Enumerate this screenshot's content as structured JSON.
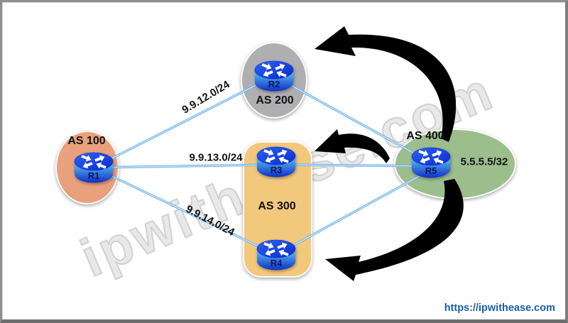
{
  "watermark": "ipwithease.com",
  "footer": {
    "link_text": "https://ipwithease.com"
  },
  "as_groups": [
    {
      "label": "AS 100",
      "shape": "ellipse",
      "fill": "#E9A07C"
    },
    {
      "label": "AS 200",
      "shape": "ellipse",
      "fill": "#AFAFB1"
    },
    {
      "label": "AS 300",
      "shape": "rounded-rect",
      "fill": "#F2C87D"
    },
    {
      "label": "AS 400",
      "shape": "ellipse",
      "fill": "#9CBE8D",
      "annotation": "5.5.5.5/32"
    }
  ],
  "routers": [
    {
      "name": "R1",
      "as_group": "AS 100"
    },
    {
      "name": "R2",
      "as_group": "AS 200"
    },
    {
      "name": "R3",
      "as_group": "AS 300"
    },
    {
      "name": "R4",
      "as_group": "AS 300"
    },
    {
      "name": "R5",
      "as_group": "AS 400"
    }
  ],
  "links": [
    {
      "from": "R1",
      "to": "R2",
      "label": "9.9.12.0/24"
    },
    {
      "from": "R1",
      "to": "R3",
      "label": "9.9.13.0/24"
    },
    {
      "from": "R1",
      "to": "R4",
      "label": "9.9.14.0/24"
    },
    {
      "from": "R2",
      "to": "R5",
      "label": ""
    },
    {
      "from": "R3",
      "to": "R5",
      "label": ""
    },
    {
      "from": "R4",
      "to": "R5",
      "label": ""
    }
  ],
  "arrows": [
    {
      "name": "curved-arrow-r5-to-r2"
    },
    {
      "name": "curved-arrow-r5-to-r3"
    },
    {
      "name": "curved-arrow-r5-to-r4"
    }
  ],
  "colors": {
    "link": "#74B2E6",
    "arrow": "#000000",
    "footer_link": "#1A5FA9"
  }
}
